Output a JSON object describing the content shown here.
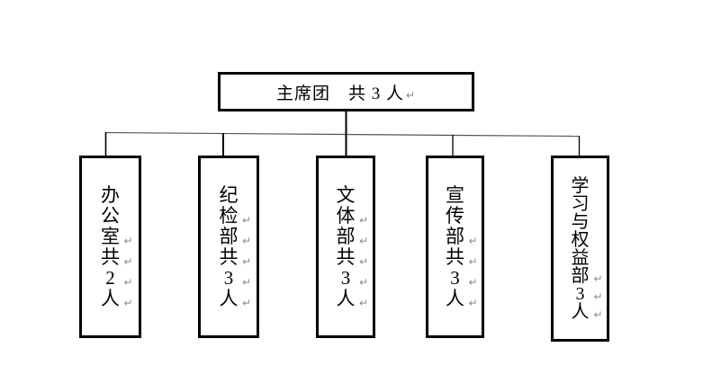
{
  "root": {
    "label": "主席团　共 3 人",
    "line_break_mark": "↵"
  },
  "branches": [
    {
      "label": "办公室共2人",
      "chars": [
        [
          "办",
          0
        ],
        [
          "公",
          0
        ],
        [
          "室",
          1
        ],
        [
          "共",
          1
        ],
        [
          "2",
          1
        ],
        [
          "人",
          1
        ]
      ]
    },
    {
      "label": "纪检部共3人",
      "chars": [
        [
          "纪",
          0
        ],
        [
          "检",
          1
        ],
        [
          "部",
          1
        ],
        [
          "共",
          1
        ],
        [
          "3",
          1
        ],
        [
          "人",
          1
        ]
      ]
    },
    {
      "label": "文体部共3人",
      "chars": [
        [
          "文",
          0
        ],
        [
          "体",
          1
        ],
        [
          "部",
          1
        ],
        [
          "共",
          1
        ],
        [
          "3",
          1
        ],
        [
          "人",
          1
        ]
      ]
    },
    {
      "label": "宣传部共3人",
      "chars": [
        [
          "宣",
          0
        ],
        [
          "传",
          0
        ],
        [
          "部",
          1
        ],
        [
          "共",
          1
        ],
        [
          "3",
          1
        ],
        [
          "人",
          1
        ]
      ]
    },
    {
      "label": "学习与权益部3人",
      "chars": [
        [
          "学",
          0
        ],
        [
          "习",
          0
        ],
        [
          "与",
          0
        ],
        [
          "权",
          0
        ],
        [
          "益",
          0
        ],
        [
          "部",
          1
        ],
        [
          "3",
          1
        ],
        [
          "人",
          1
        ]
      ]
    }
  ],
  "colors": {
    "line": "#000000",
    "horizontal_connector": "#555555",
    "break_mark": "#8a8a8a",
    "background": "#ffffff"
  }
}
